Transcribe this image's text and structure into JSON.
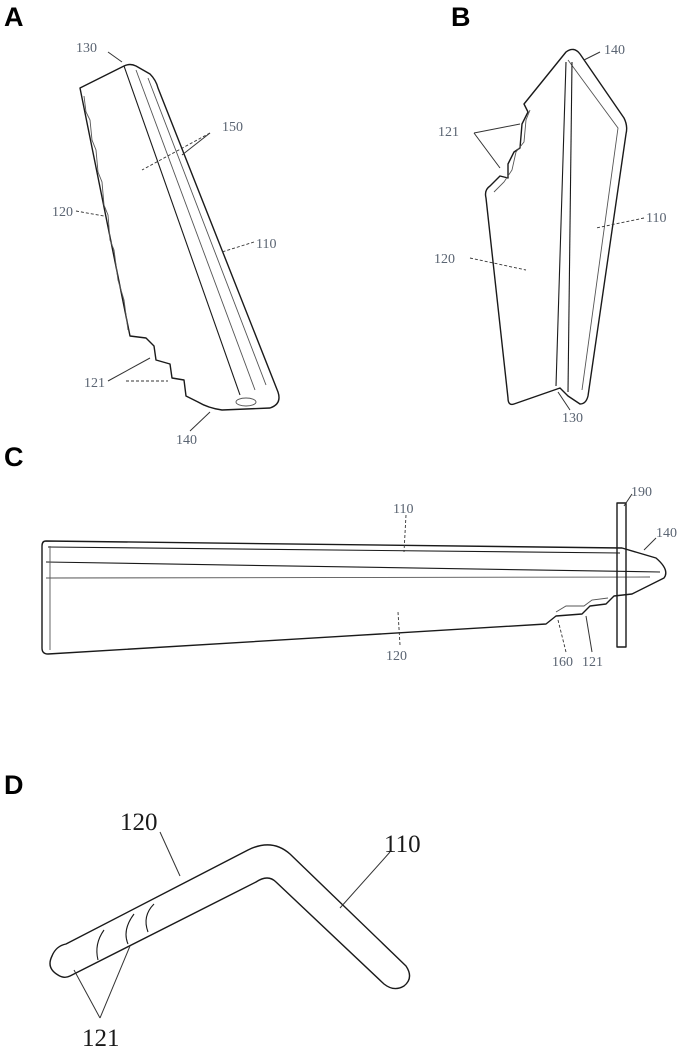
{
  "panels": {
    "A": {
      "letter": "A",
      "refs": {
        "r130": "130",
        "r150": "150",
        "r120": "120",
        "r110": "110",
        "r121": "121",
        "r140": "140"
      }
    },
    "B": {
      "letter": "B",
      "refs": {
        "r140": "140",
        "r121": "121",
        "r110": "110",
        "r120": "120",
        "r130": "130"
      }
    },
    "C": {
      "letter": "C",
      "refs": {
        "r190": "190",
        "r110": "110",
        "r140": "140",
        "r120": "120",
        "r160": "160",
        "r121": "121"
      }
    },
    "D": {
      "letter": "D",
      "refs": {
        "r120": "120",
        "r110": "110",
        "r121": "121"
      }
    }
  }
}
